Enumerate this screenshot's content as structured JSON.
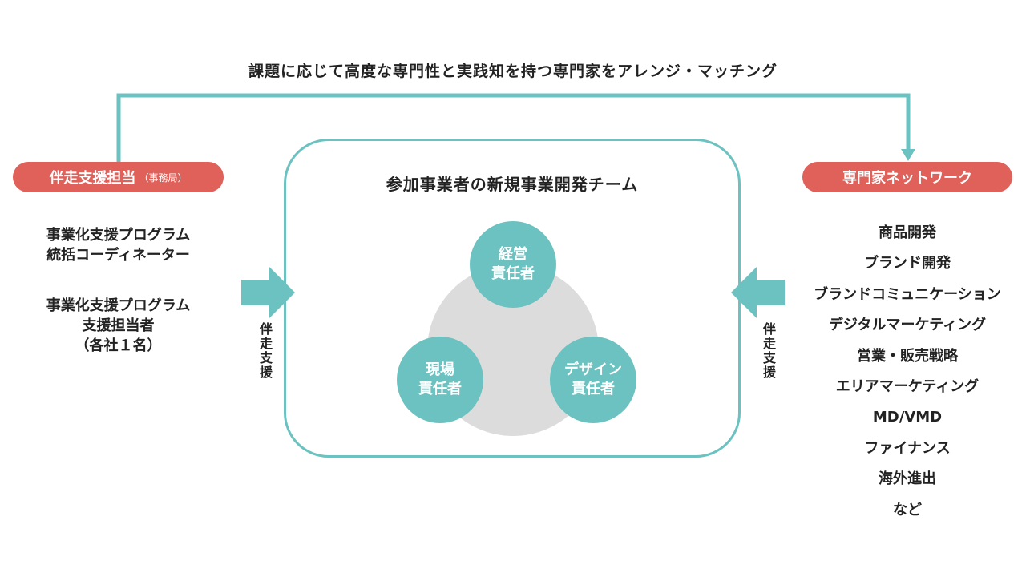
{
  "top_caption": "課題に応じて高度な専門性と実践知を持つ専門家をアレンジ・マッチング",
  "left_pill": {
    "label": "伴走支援担当",
    "sub": "（事務局）"
  },
  "right_pill": {
    "label": "専門家ネットワーク"
  },
  "left_roles": {
    "role1_line1": "事業化支援プログラム",
    "role1_line2": "統括コーディネーター",
    "role2_line1": "事業化支援プログラム",
    "role2_line2": "支援担当者",
    "role2_line3": "（各社１名）"
  },
  "support_label": "伴走支援",
  "team": {
    "title": "参加事業者の新規事業開発チーム",
    "roles": [
      {
        "line1": "経営",
        "line2": "責任者"
      },
      {
        "line1": "現場",
        "line2": "責任者"
      },
      {
        "line1": "デザイン",
        "line2": "責任者"
      }
    ]
  },
  "expertise": [
    "商品開発",
    "ブランド開発",
    "ブランドコミュニケーション",
    "デジタルマーケティング",
    "営業・販売戦略",
    "エリアマーケティング",
    "MD/VMD",
    "ファイナンス",
    "海外進出",
    "など"
  ],
  "colors": {
    "accent": "#6cc2c0",
    "pill": "#e0605a",
    "circle_bg": "#dcdcdc"
  }
}
